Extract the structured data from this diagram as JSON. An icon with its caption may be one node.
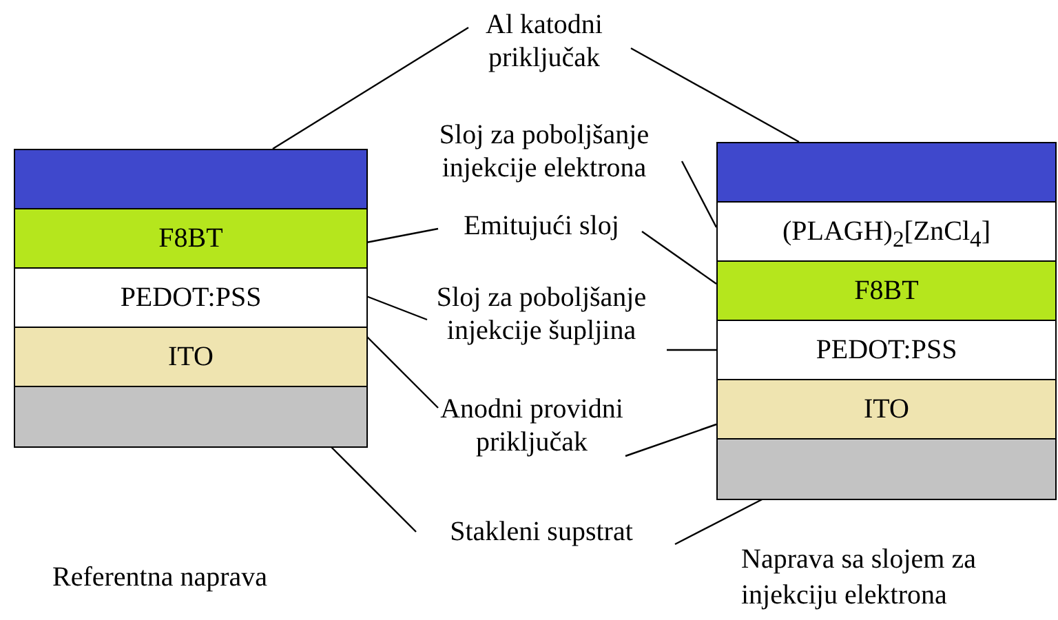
{
  "diagram": {
    "nodes": [
      {
        "text": [],
        "shape": "box"
      },
      {
        "text": [],
        "shape": "bar",
        "in": 0
      },
      {
        "text": [
          "F8BT"
        ],
        "in": 0
      },
      {
        "text": [
          "PEDOT:PSS"
        ],
        "in": 0
      },
      {
        "text": [
          "ITO"
        ],
        "in": 0
      },
      {
        "text": [],
        "shape": "bar",
        "in": 0
      },
      {
        "text": [
          "Al katodni priključak"
        ]
      },
      {
        "text": [
          "Sloj za poboljšanje injekcije elektrona"
        ]
      },
      {
        "text": [
          "Emitujući sloj"
        ]
      },
      {
        "text": [
          "Sloj za poboljšanje injekcije šupljina"
        ]
      },
      {
        "text": [
          "Anodni providni priključak"
        ]
      },
      {
        "text": [
          "Stakleni supstrat"
        ]
      },
      {
        "text": [],
        "shape": "box"
      },
      {
        "text": [],
        "shape": "bar",
        "in": 12
      },
      {
        "text": [
          "(PLAGH)$_{2}$[ZnCl$_{4}$]"
        ],
        "in": 12
      },
      {
        "text": [
          "F8BT"
        ],
        "in": 12
      },
      {
        "text": [
          "PEDOT:PSS"
        ],
        "in": 12
      },
      {
        "text": [
          "ITO"
        ],
        "in": 12
      },
      {
        "text": [],
        "shape": "bar",
        "in": 12
      }
    ],
    "edges": [
      {
        "from": 6,
        "to": 1,
        "arrow": "none"
      },
      {
        "from": 6,
        "to": 13,
        "arrow": "none"
      },
      {
        "from": 7,
        "to": 14,
        "arrow": "none"
      },
      {
        "from": 8,
        "to": 2,
        "arrow": "none"
      },
      {
        "from": 8,
        "to": 15,
        "arrow": "none"
      },
      {
        "from": 9,
        "to": 3,
        "arrow": "none"
      },
      {
        "from": 9,
        "to": 16,
        "arrow": "none"
      },
      {
        "from": 10,
        "to": 4,
        "arrow": "none"
      },
      {
        "from": 10,
        "to": 17,
        "arrow": "none"
      },
      {
        "from": 11,
        "to": 5,
        "arrow": "none"
      },
      {
        "from": 11,
        "to": 18,
        "arrow": "none"
      }
    ],
    "labels": [
      "Referentna naprava",
      "Naprava sa slojem za injekciju elektrona"
    ]
  }
}
